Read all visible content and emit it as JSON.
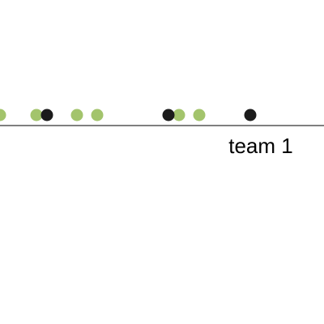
{
  "chart_data": {
    "type": "scatter",
    "axis_label": "team 1",
    "series": [
      {
        "color": "#a3c46c",
        "x": [
          0,
          45,
          95,
          120,
          221,
          246
        ]
      },
      {
        "color": "#1c1c1c",
        "x": [
          58,
          208,
          309
        ]
      }
    ],
    "xlim": [
      0,
      400
    ],
    "grid": false,
    "legend": "none"
  }
}
